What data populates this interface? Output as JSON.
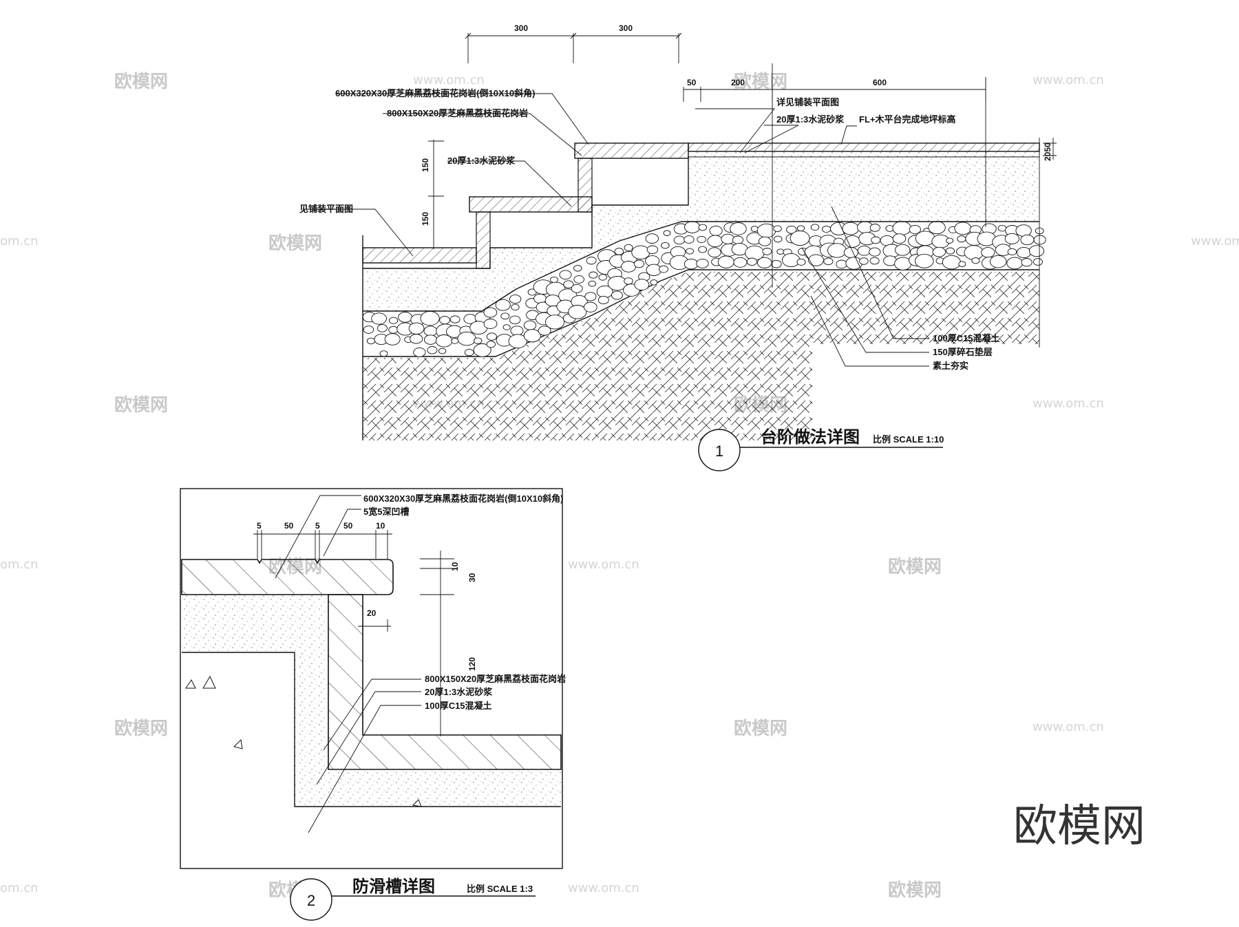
{
  "watermarks": {
    "logo_text": "欧模网",
    "url_text": "www.om.cn",
    "url_short": "om.cn"
  },
  "brand_mark": "欧模网",
  "detail1": {
    "number": "1",
    "title": "台阶做法详图",
    "scale": "比例 SCALE 1:10",
    "dims_top": [
      "300",
      "300"
    ],
    "dims_right": [
      "50",
      "200",
      "600"
    ],
    "dims_vertical": [
      "150",
      "150"
    ],
    "dim_right_edge": "2050",
    "labels": {
      "tread_stone": "600X320X30厚芝麻黑荔枝面花岗岩(倒10X10斜角)",
      "riser_stone": "800X150X20厚芝麻黑荔枝面花岗岩",
      "mortar_left": "20厚1:3水泥砂浆",
      "paving_ref_left": "见铺装平面图",
      "paving_ref_right": "详见铺装平面图",
      "mortar_right": "20厚1:3水泥砂浆",
      "deck_level": "FL+木平台完成地坪标高",
      "concrete": "100厚C15混凝土",
      "gravel": "150厚碎石垫层",
      "soil": "素土夯实"
    }
  },
  "detail2": {
    "number": "2",
    "title": "防滑槽详图",
    "scale": "比例 SCALE 1:3",
    "dims_top": [
      "5",
      "50",
      "5",
      "50",
      "10"
    ],
    "dims_right": [
      "10",
      "30",
      "120"
    ],
    "dim_inner": "20",
    "labels": {
      "tread_stone": "600X320X30厚芝麻黑荔枝面花岗岩(倒10X10斜角)",
      "groove": "5宽5深凹槽",
      "riser_stone": "800X150X20厚芝麻黑荔枝面花岗岩",
      "mortar": "20厚1:3水泥砂浆",
      "concrete": "100厚C15混凝土"
    }
  }
}
